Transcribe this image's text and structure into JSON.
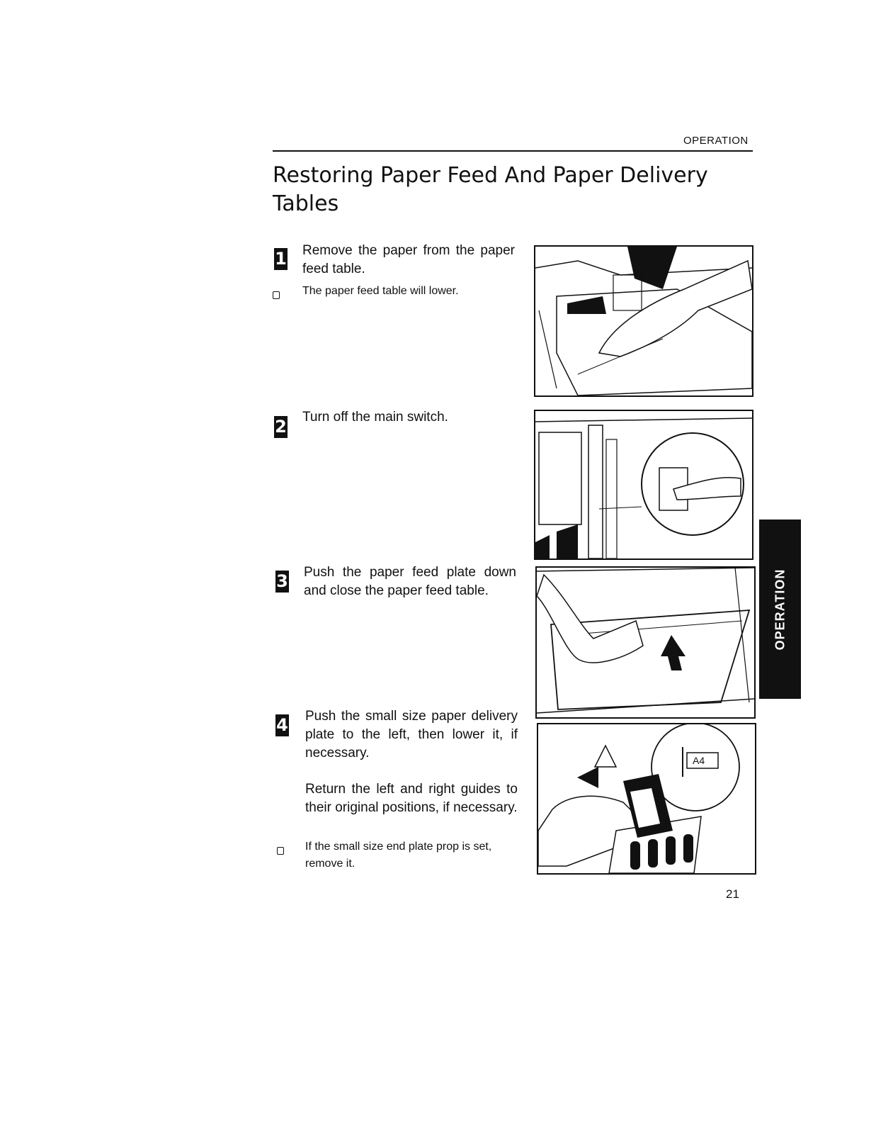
{
  "header": {
    "section": "OPERATION"
  },
  "title": "Restoring Paper Feed And Paper Delivery Tables",
  "steps": [
    {
      "number": "1",
      "text": "Remove the paper from the pa­per feed table.",
      "note": "The paper feed table will lower."
    },
    {
      "number": "2",
      "text": "Turn off the main switch."
    },
    {
      "number": "3",
      "text": "Push the paper feed plate down and close the paper feed table."
    },
    {
      "number": "4",
      "text": "Push the small size paper deliv­ery plate to the left, then lower it, if necessary.",
      "text2": "Return the left and right guides to their original positions, if neces­sary.",
      "note": "If the small size end plate prop is set, remove it."
    }
  ],
  "illustration_4_label": "A4",
  "side_tab": "OPERATION",
  "page_number": "21"
}
